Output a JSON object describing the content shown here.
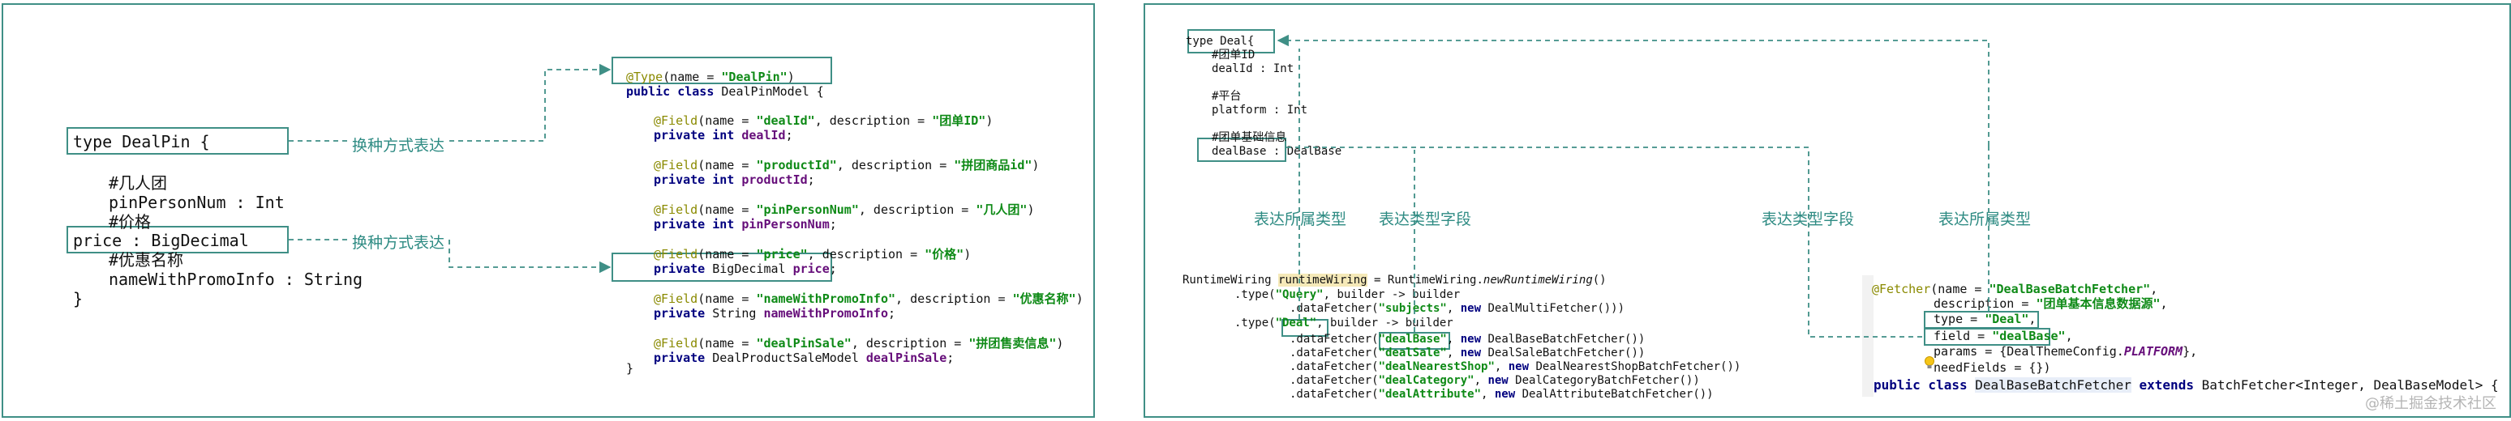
{
  "left": {
    "schema": {
      "line1": "type DealPin {",
      "line2": "#几人团",
      "line3": "pinPersonNum : Int",
      "line4": "#价格",
      "line5": "price : BigDecimal",
      "line6": "#优惠名称",
      "line7": "nameWithPromoInfo : String",
      "line8": "}"
    },
    "arrow_label_1": "换种方式表达",
    "arrow_label_2": "换种方式表达",
    "java": {
      "ann_type": "@Type",
      "ann_type_args_open": "(name = ",
      "ann_type_name": "\"DealPin\"",
      "ann_type_args_close": ")",
      "class_kw": "public class",
      "class_name": " DealPinModel {",
      "fields": [
        {
          "ann": "@Field",
          "open": "(name = ",
          "name": "\"dealId\"",
          "mid": ", description = ",
          "desc": "\"团单ID\"",
          "close": ")",
          "decl_kw": "private int ",
          "decl_type": "",
          "decl_name": "dealId",
          "decl_end": ";"
        },
        {
          "ann": "@Field",
          "open": "(name = ",
          "name": "\"productId\"",
          "mid": ", description = ",
          "desc": "\"拼团商品id\"",
          "close": ")",
          "decl_kw": "private int ",
          "decl_type": "",
          "decl_name": "productId",
          "decl_end": ";"
        },
        {
          "ann": "@Field",
          "open": "(name = ",
          "name": "\"pinPersonNum\"",
          "mid": ", description = ",
          "desc": "\"几人团\"",
          "close": ")",
          "decl_kw": "private int ",
          "decl_type": "",
          "decl_name": "pinPersonNum",
          "decl_end": ";"
        },
        {
          "ann": "@Field",
          "open": "(name = ",
          "name": "\"price\"",
          "mid": ", description = ",
          "desc": "\"价格\"",
          "close": ")",
          "decl_kw": "private ",
          "decl_type": "BigDecimal ",
          "decl_name": "price",
          "decl_end": ";"
        },
        {
          "ann": "@Field",
          "open": "(name = ",
          "name": "\"nameWithPromoInfo\"",
          "mid": ", description = ",
          "desc": "\"优惠名称\"",
          "close": ")",
          "decl_kw": "private ",
          "decl_type": "String ",
          "decl_name": "nameWithPromoInfo",
          "decl_end": ";"
        },
        {
          "ann": "@Field",
          "open": "(name = ",
          "name": "\"dealPinSale\"",
          "mid": ", description = ",
          "desc": "\"拼团售卖信息\"",
          "close": ")",
          "decl_kw": "private ",
          "decl_type": "DealProductSaleModel ",
          "decl_name": "dealPinSale",
          "decl_end": ";"
        }
      ],
      "class_close": "}"
    }
  },
  "right": {
    "schema": {
      "line1": "type Deal{",
      "line2": "#团单ID",
      "line3": "dealId : Int",
      "line4": "#平台",
      "line5": "platform : Int",
      "line6": "#团单基础信息",
      "line7": "dealBase : DealBase"
    },
    "labels": {
      "owner_type_1": "表达所属类型",
      "type_field_1": "表达类型字段",
      "type_field_2": "表达类型字段",
      "owner_type_2": "表达所属类型"
    },
    "wiring": {
      "l1_a": "RuntimeWiring ",
      "l1_var": "runtimeWiring",
      "l1_b": " = RuntimeWiring.",
      "l1_m": "newRuntimeWiring",
      "l1_c": "()",
      "l2_a": ".type(",
      "l2_s": "\"Query\"",
      "l2_b": ", builder -> builder",
      "l3_a": ".dataFetcher(",
      "l3_s": "\"subjects\"",
      "l3_b": ", ",
      "l3_kw": "new",
      "l3_c": " DealMultiFetcher()))",
      "l4_a": ".type(",
      "l4_s": "\"Deal\"",
      "l4_b": ", builder -> builder",
      "rows": [
        {
          "a": ".dataFetcher(",
          "s": "\"dealBase\"",
          "b": ", ",
          "kw": "new",
          "c": " DealBaseBatchFetcher())"
        },
        {
          "a": ".dataFetcher(",
          "s": "\"dealSale\"",
          "b": ", ",
          "kw": "new",
          "c": " DealSaleBatchFetcher())"
        },
        {
          "a": ".dataFetcher(",
          "s": "\"dealNearestShop\"",
          "b": ", ",
          "kw": "new",
          "c": " DealNearestShopBatchFetcher())"
        },
        {
          "a": ".dataFetcher(",
          "s": "\"dealCategory\"",
          "b": ", ",
          "kw": "new",
          "c": " DealCategoryBatchFetcher())"
        },
        {
          "a": ".dataFetcher(",
          "s": "\"dealAttribute\"",
          "b": ", ",
          "kw": "new",
          "c": " DealAttributeBatchFetcher())"
        }
      ]
    },
    "fetcher": {
      "ann": "@Fetcher",
      "l1_open": "(name = ",
      "l1_s": "\"DealBaseBatchFetcher\"",
      "l1_end": ",",
      "l2_a": "description = ",
      "l2_s": "\"团单基本信息数据源\"",
      "l2_end": ",",
      "l3_a": "type = ",
      "l3_s": "\"Deal\"",
      "l3_end": ",",
      "l4_a": "field = ",
      "l4_s": "\"dealBase\"",
      "l4_end": ",",
      "l5_a": "params = {DealThemeConfig.",
      "l5_p": "PLATFORM",
      "l5_end": "},",
      "l6": "needFields = {})",
      "l7_kw": "public class ",
      "l7_cls": "DealBaseBatchFetcher",
      "l7_kw2": " extends ",
      "l7_rest": "BatchFetcher<Integer, DealBaseModel> {"
    },
    "watermark": "@稀土掘金技术社区"
  },
  "colors": {
    "accent": "#3f8f86",
    "annotation": "#8a8a00",
    "string": "#0e8a16",
    "keyword": "#00007f",
    "field": "#660e7a"
  }
}
